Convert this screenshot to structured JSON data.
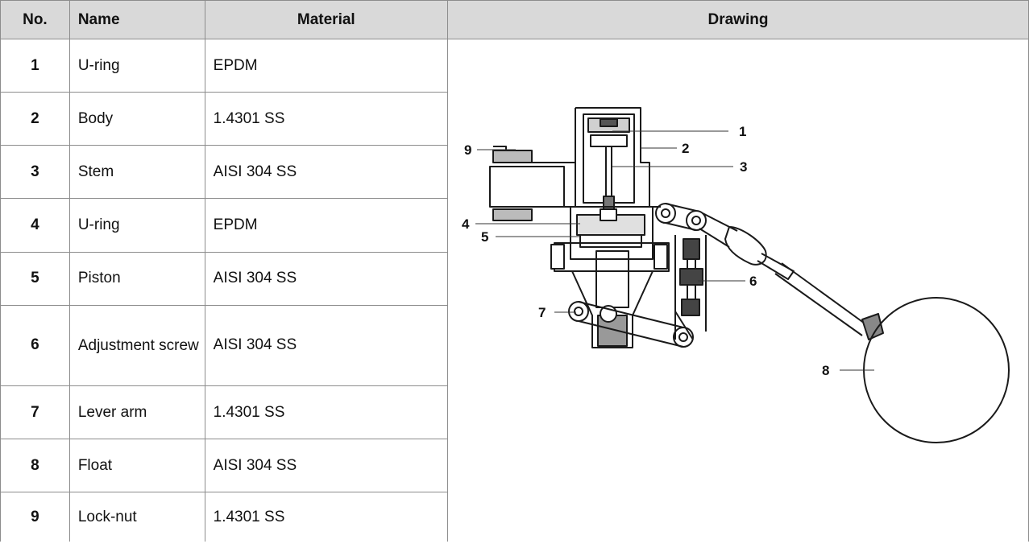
{
  "headers": {
    "no": "No.",
    "name": "Name",
    "material": "Material",
    "drawing": "Drawing"
  },
  "rows": [
    {
      "no": "1",
      "name": "U-ring",
      "material": "EPDM"
    },
    {
      "no": "2",
      "name": "Body",
      "material": "1.4301 SS"
    },
    {
      "no": "3",
      "name": "Stem",
      "material": "AISI 304 SS"
    },
    {
      "no": "4",
      "name": "U-ring",
      "material": "EPDM"
    },
    {
      "no": "5",
      "name": "Piston",
      "material": "AISI 304 SS"
    },
    {
      "no": "6",
      "name": "Adjustment screw",
      "material": "AISI 304 SS"
    },
    {
      "no": "7",
      "name": "Lever arm",
      "material": "1.4301 SS"
    },
    {
      "no": "8",
      "name": "Float",
      "material": "AISI 304 SS"
    },
    {
      "no": "9",
      "name": "Lock-nut",
      "material": "1.4301 SS"
    }
  ],
  "callouts": [
    "1",
    "2",
    "3",
    "4",
    "5",
    "6",
    "7",
    "8",
    "9"
  ]
}
